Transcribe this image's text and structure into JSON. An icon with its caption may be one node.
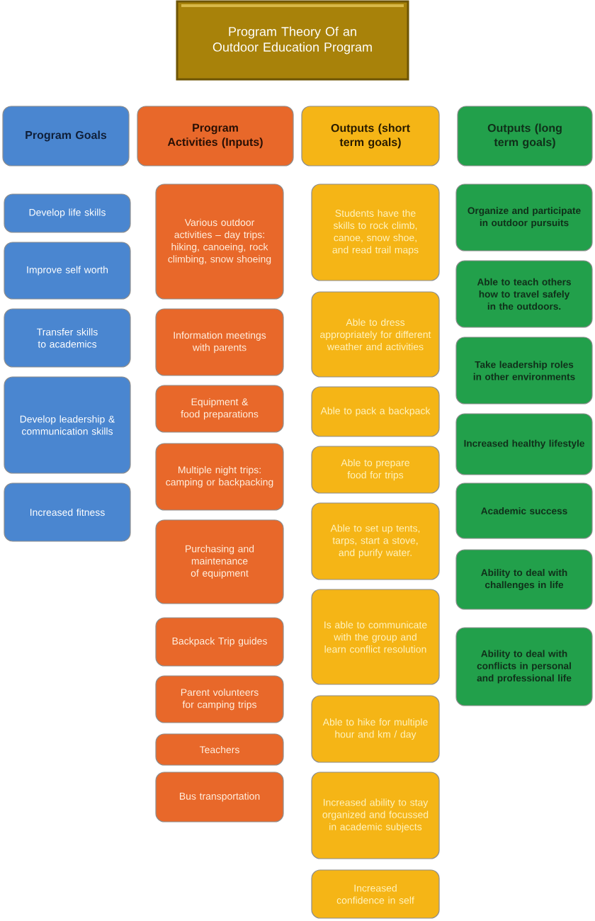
{
  "diagram": {
    "title": "Program Theory Of an Outdoor Education Program",
    "nodes": [
      {
        "text": [
          "Program Goals"
        ]
      },
      {
        "text": [
          "Program Activities (Inputs)"
        ]
      },
      {
        "text": [
          "Outputs (short term goals)"
        ]
      },
      {
        "text": [
          "Outputs (long term goals)"
        ]
      },
      {
        "text": [
          "Develop life skills"
        ]
      },
      {
        "text": [
          "Improve self worth"
        ]
      },
      {
        "text": [
          "Transfer skills to academics"
        ]
      },
      {
        "text": [
          "Develop leadership & communication skills"
        ]
      },
      {
        "text": [
          "Increased fitness"
        ]
      },
      {
        "text": [
          "Various outdoor activities – day trips: hiking, canoeing, rock climbing, snow shoeing"
        ]
      },
      {
        "text": [
          "Information meetings with parents"
        ]
      },
      {
        "text": [
          "Equipment & food preparations"
        ]
      },
      {
        "text": [
          "Multiple night trips: camping or backpacking"
        ]
      },
      {
        "text": [
          "Purchasing and maintenance of equipment"
        ]
      },
      {
        "text": [
          "Backpack Trip guides"
        ]
      },
      {
        "text": [
          "Parent volunteers for camping trips"
        ]
      },
      {
        "text": [
          "Teachers"
        ]
      },
      {
        "text": [
          "Bus transportation"
        ]
      },
      {
        "text": [
          "Students have the skills to rock climb, canoe, snow shoe, and read trail maps"
        ]
      },
      {
        "text": [
          "Able to dress appropriately for different weather and activities"
        ]
      },
      {
        "text": [
          "Able to pack a backpack"
        ]
      },
      {
        "text": [
          "Able to prepare food for trips"
        ]
      },
      {
        "text": [
          "Able to set up tents, tarps, start a stove, and purify water."
        ]
      },
      {
        "text": [
          "Is able to communicate with the group and learn conflict resolution"
        ]
      },
      {
        "text": [
          "Able to hike for multiple hour and km / day"
        ]
      },
      {
        "text": [
          "Increased ability to stay organized and focussed in academic subjects"
        ]
      },
      {
        "text": [
          "Increased confidence in self"
        ]
      },
      {
        "text": [
          "Organize and participate in outdoor pursuits"
        ]
      },
      {
        "text": [
          "Able to teach others how to travel safely in the outdoors."
        ]
      },
      {
        "text": [
          "Take leadership roles in other environments"
        ]
      },
      {
        "text": [
          "Increased healthy lifestyle"
        ]
      },
      {
        "text": [
          "Academic success"
        ]
      },
      {
        "text": [
          "Ability to deal with challenges in life"
        ]
      },
      {
        "text": [
          "Ability to deal with conflicts in personal and professional life"
        ]
      }
    ]
  }
}
